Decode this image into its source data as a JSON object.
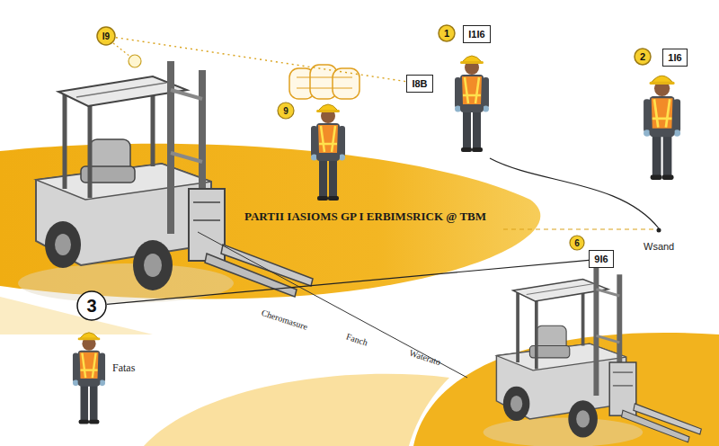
{
  "diagram": {
    "nodes": [
      {
        "text": [
          "I9"
        ]
      },
      {
        "text": [
          "I8B"
        ]
      },
      {
        "text": [
          "1"
        ]
      },
      {
        "text": [
          "I1I6"
        ]
      },
      {
        "text": [
          "2"
        ]
      },
      {
        "text": [
          "1I6"
        ]
      },
      {
        "text": [
          "9I6"
        ]
      },
      {
        "text": [
          "3"
        ]
      }
    ],
    "edges": [
      {
        "from": 0,
        "to": 1,
        "arrow": "none"
      },
      {
        "from": 7,
        "to": 6,
        "arrow": "none"
      }
    ],
    "labels": [
      "PARTII IASIOMS GP I ERBIMSRICK @ TBM",
      "Wsand",
      "Fatas",
      "9",
      "6",
      "Cheromasure",
      "Fanch",
      "Waterato"
    ]
  }
}
